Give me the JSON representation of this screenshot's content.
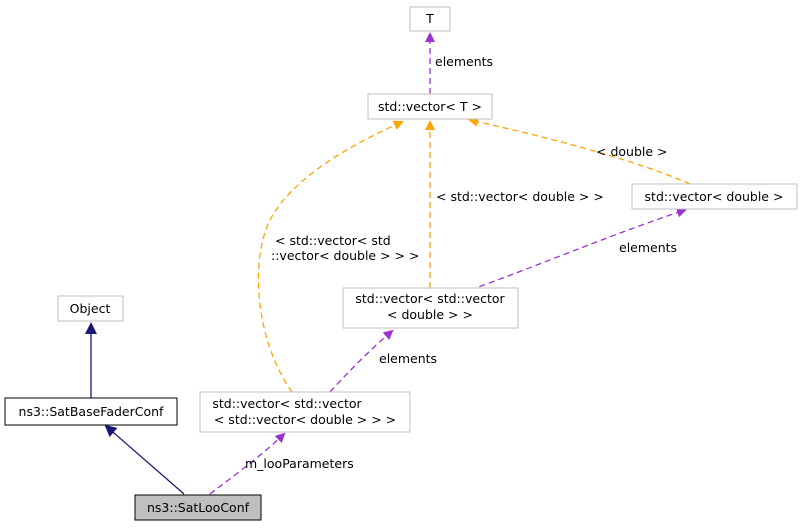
{
  "colors": {
    "inheritance": "#191970",
    "member": "#9a32cd",
    "template": "#ffa500",
    "focus_fill": "#bfbfbf",
    "box_border": "#bfbfbf"
  },
  "nodes": {
    "t": "T",
    "vector_t_label": "std::vector< T >",
    "vector_double_label": "std::vector< double >",
    "vector_vector_double_line1": "std::vector< std::vector",
    "vector_vector_double_line2": "< double > >",
    "object": "Object",
    "vector_vvd_line1": "std::vector< std::vector",
    "vector_vvd_line2": "< std::vector< double > > >",
    "sat_base_fader_conf": "ns3::SatBaseFaderConf",
    "sat_loo_conf": "ns3::SatLooConf"
  },
  "edges": {
    "t_elements": "elements",
    "double_template": "< double >",
    "vvd_template": "< std::vector< double > >",
    "vvvd_template_line1": "< std::vector< std",
    "vvvd_template_line2": "::vector< double > > >",
    "vd_elements": "elements",
    "vvd_elements": "elements",
    "loo_parameters": "m_looParameters"
  }
}
